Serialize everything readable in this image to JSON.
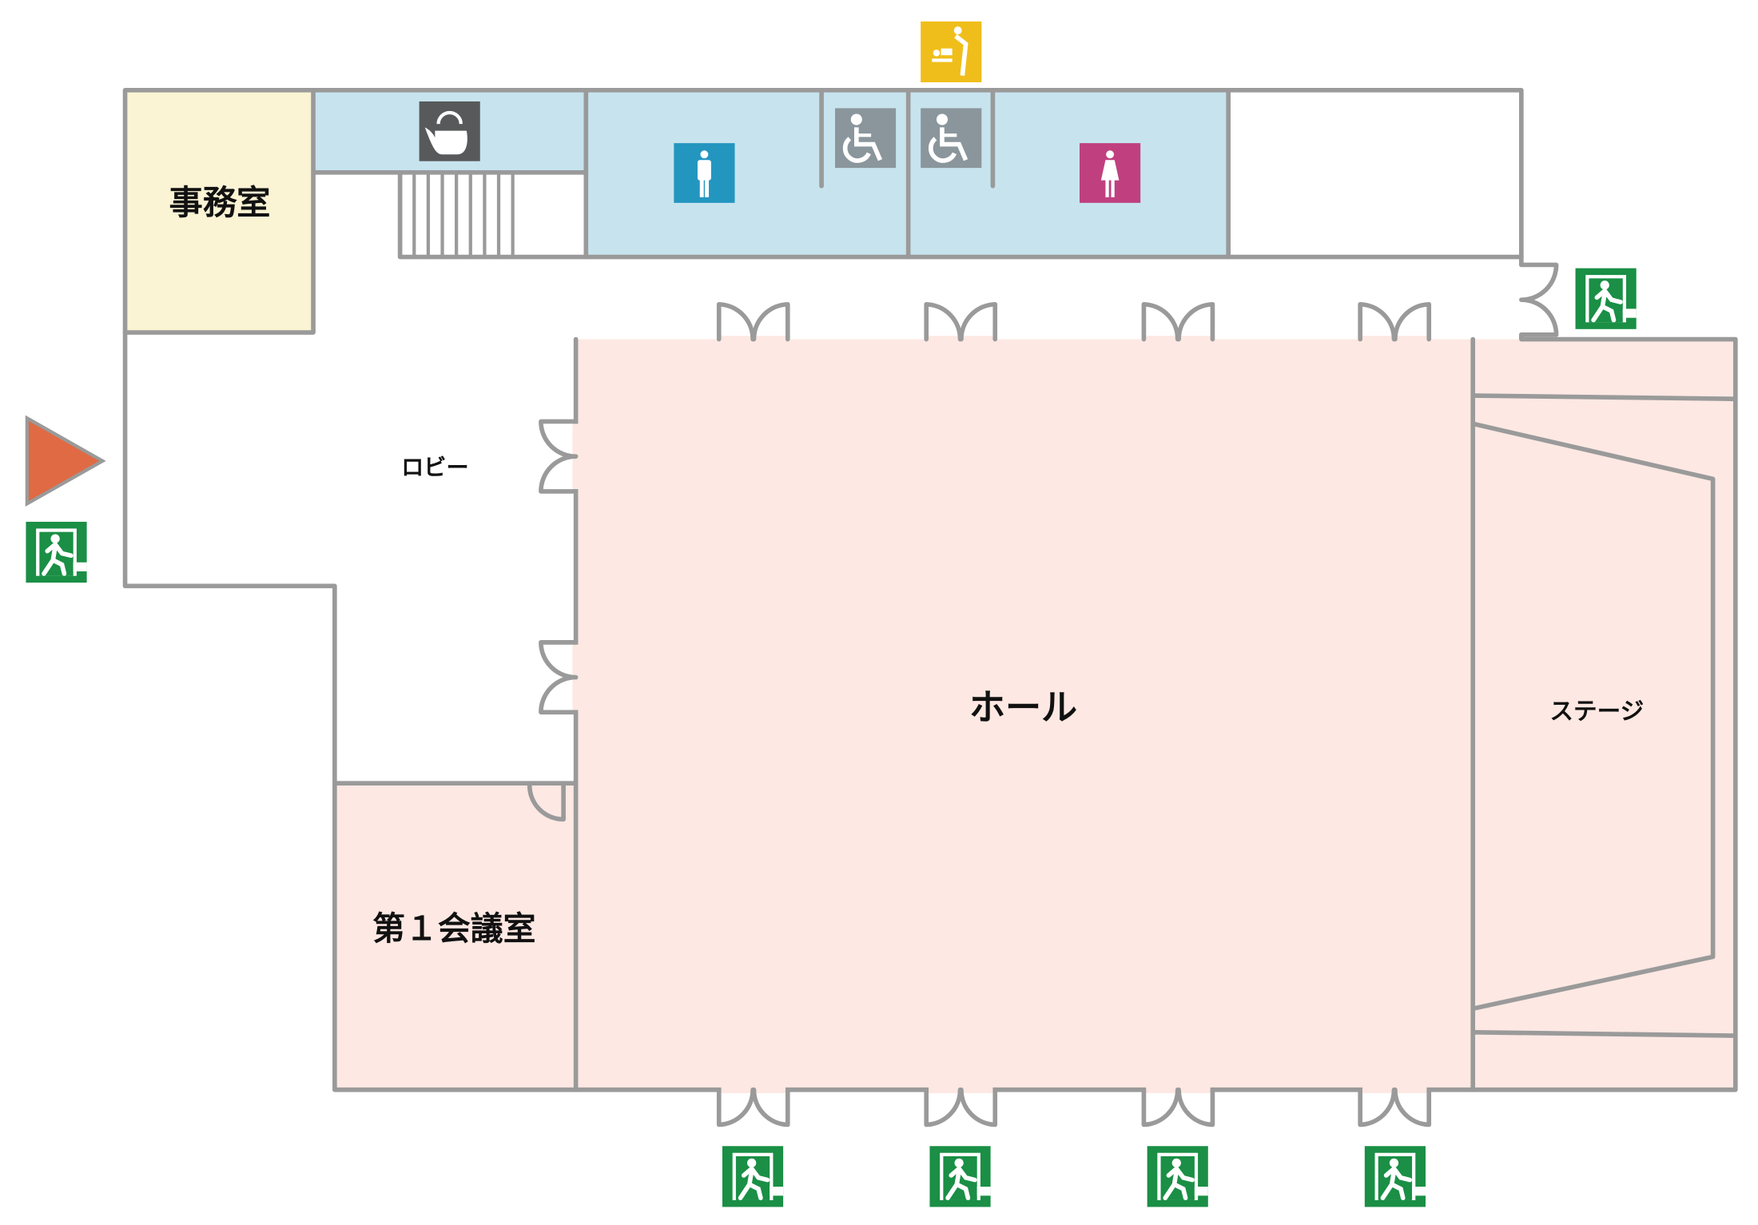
{
  "floor_plan": {
    "rooms": {
      "office": "事務室",
      "lobby": "ロビー",
      "hall": "ホール",
      "stage": "ステージ",
      "meeting_room_1": "第１会議室"
    },
    "icons": [
      "baby-changing-icon",
      "kettle-icon",
      "mens-restroom-icon",
      "wheelchair-restroom-icon",
      "wheelchair-restroom-icon",
      "womens-restroom-icon",
      "emergency-exit-icon",
      "entrance-arrow-icon"
    ],
    "colors": {
      "office": "#faf3d4",
      "restroom_area": "#c7e4ee",
      "hall": "#fde8e3",
      "wall": "#9a9a9a",
      "exit_green": "#1a8f45",
      "entrance_arrow": "#e06a44",
      "baby": "#f0be1a",
      "kettle": "#58595b",
      "men": "#2396c0",
      "women": "#c0407f",
      "wheelchair": "#8a969c"
    }
  }
}
